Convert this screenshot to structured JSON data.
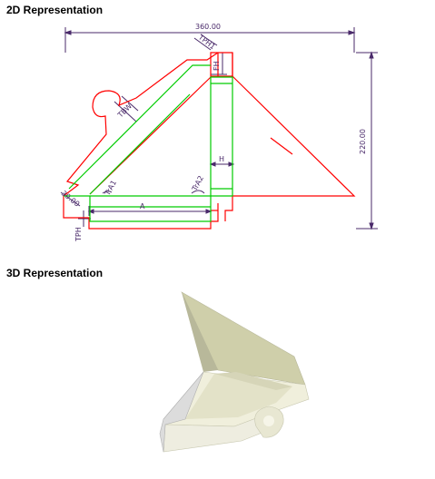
{
  "sections": {
    "two_d_title": "2D Representation",
    "three_d_title": "3D Representation"
  },
  "dimensions": {
    "overall_width": "360.00",
    "overall_height": "220.00",
    "tph1": "TPH1",
    "fh": "FH",
    "tbw": "TBW",
    "h": "H",
    "tra1": "TrA1",
    "tra2": "TrA2",
    "a": "A",
    "tph": "TPH",
    "angle": "30.00"
  },
  "colors": {
    "cut_line": "#ff0000",
    "crease_line": "#00cc00",
    "dimension_line": "#4a2a6a",
    "shade_light": "#f0efdc",
    "shade_mid": "#cfcfaa",
    "shade_dark": "#b8b89a"
  }
}
